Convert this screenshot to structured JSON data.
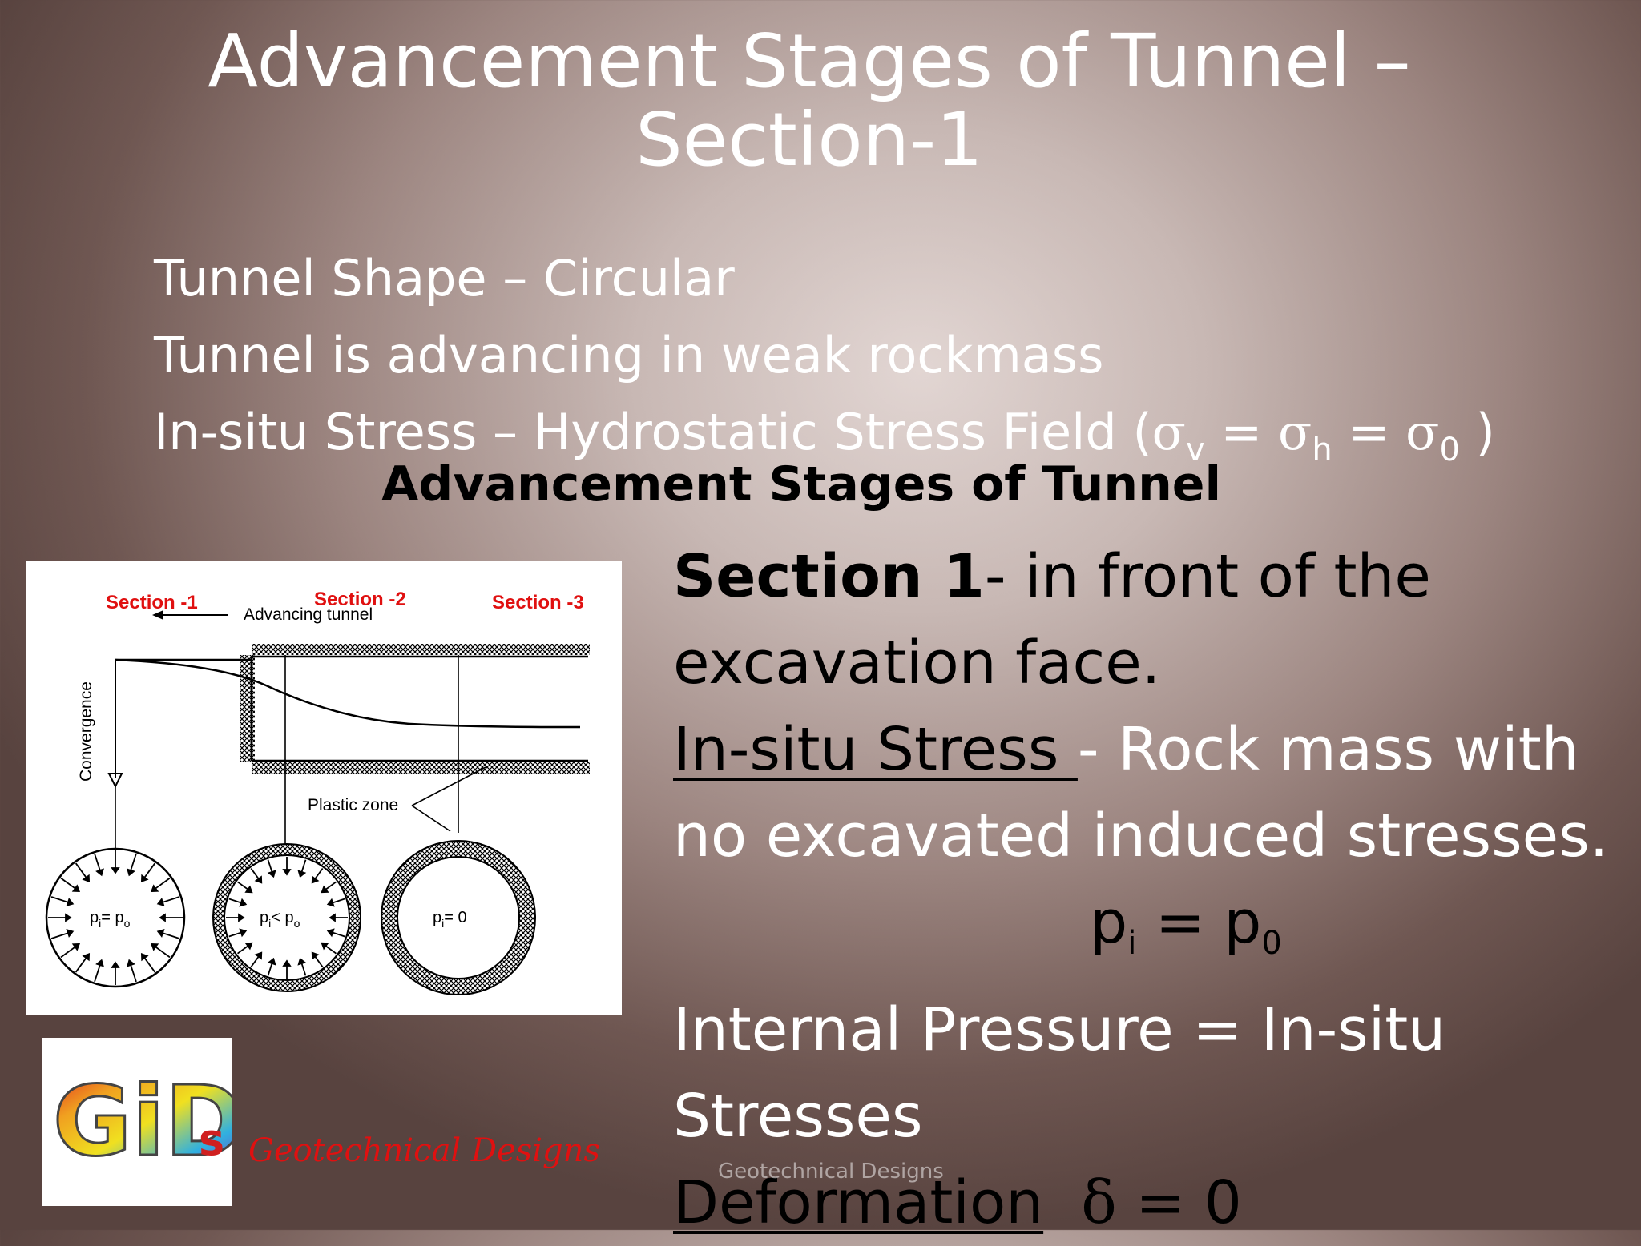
{
  "title": {
    "line1": "Advancement Stages of  Tunnel –",
    "line2": "Section-1"
  },
  "intro": {
    "shape": "Tunnel Shape – Circular",
    "rockmass": "Tunnel is advancing in weak rockmass",
    "stress_prefix": "In-situ Stress – Hydrostatic Stress Field  (",
    "sigma": "σ",
    "sub_v": "v",
    "sub_h": "h",
    "sub_0": "0",
    "equals": " = ",
    "close": " )"
  },
  "subtitle": "Advancement  Stages of  Tunnel",
  "figure": {
    "section1": "Section -1",
    "section2": "Section -2",
    "section3": "Section -3",
    "advancing": "Advancing tunnel",
    "convergence": "Convergence",
    "plastic_zone": "Plastic zone",
    "label_c1_p": "p",
    "label_c1_i": "i",
    "label_c1_eq": "= p",
    "label_c1_o": "o",
    "label_c2_p": "p",
    "label_c2_i": "i",
    "label_c2_lt": "< p",
    "label_c2_o": "o",
    "label_c3_p": "p",
    "label_c3_i": "i",
    "label_c3_eq": "= 0"
  },
  "description": {
    "section_bold": "Section 1",
    "section_rest": "- in front of the",
    "line2": "excavation face.",
    "insitu_label": "In-situ Stress ",
    "insitu_rest": "- Rock mass with",
    "line4": "no excavated induced stresses.",
    "eq_p": "p",
    "eq_i": "i",
    "eq_mid": " = p",
    "eq_0": "0",
    "internal": "Internal Pressure = In-situ",
    "stresses": "Stresses",
    "deformation": "Deformation",
    "delta": "δ",
    "delta_eq": " = 0"
  },
  "logo": {
    "text": "Geotechnical Designs",
    "letters": "GiD",
    "suffix": "s"
  },
  "watermark": "Geotechnical Designs",
  "colors": {
    "section_label": "#e01010",
    "hatch": "#000000"
  }
}
